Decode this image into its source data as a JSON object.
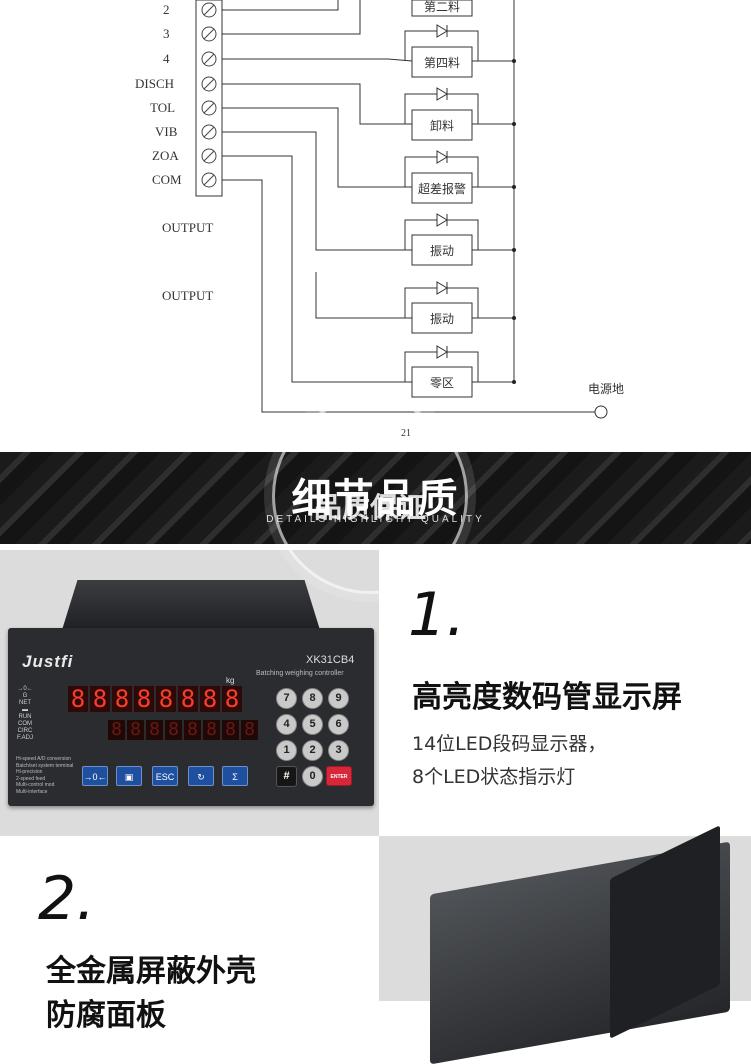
{
  "diagram": {
    "terminals": [
      "2",
      "3",
      "4",
      "DISCH",
      "TOL",
      "VIB",
      "ZOA",
      "COM"
    ],
    "output_labels": [
      "OUTPUT",
      "OUTPUT"
    ],
    "boxes": [
      "第二料",
      "第四料",
      "卸料",
      "超差报警",
      "振动",
      "振动",
      "零区"
    ],
    "ground_label": "电源地",
    "page_number": "21"
  },
  "banner": {
    "title": "细节品质",
    "subtitle": "DETAILS HIGHLIGHT QUALITY",
    "watermark": "品质保证"
  },
  "section1": {
    "number": "1.",
    "heading": "高亮度数码管显示屏",
    "desc_lines": [
      "14位LED段码显示器，",
      "8个LED状态指示灯"
    ]
  },
  "section2": {
    "number": "2.",
    "heading": "全金属屏蔽外壳",
    "heading2": "防腐面板"
  },
  "device": {
    "brand": "Justfi",
    "model": "XK31CB4",
    "subtitle": "Batching weighing controller",
    "unit": "kg",
    "display_top": "8.8.8.8.8.8.8.8.",
    "display_bottom": "8.8.8.8.8.8.8.8.",
    "status_lights": [
      "→0←",
      "G",
      "NET",
      "▬",
      "RUN",
      "COM",
      "CIRC",
      "F.ADJ"
    ],
    "features": [
      "Hi-speed A/D conversion",
      "Batch/set system terminal",
      "Hi-precision",
      "2-speed feed",
      "Multi-control mod",
      "Multi-interface"
    ],
    "buttons": [
      "→0←",
      "▣",
      "ESC",
      "↻",
      "Σ"
    ],
    "keys": [
      "7",
      "8",
      "9",
      "4",
      "5",
      "6",
      "1",
      "2",
      "3",
      "#",
      "0",
      "ENTER"
    ]
  },
  "colors": {
    "led": "#ff3b2c",
    "banner": "#1b1b1b",
    "panel": "#dcdcdc"
  }
}
